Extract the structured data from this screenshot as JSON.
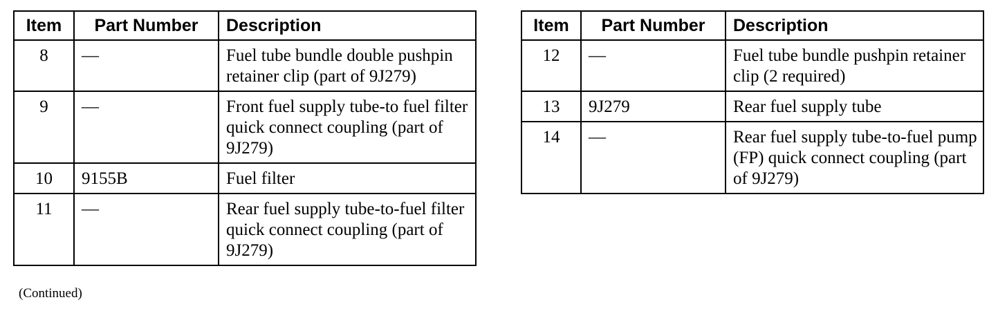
{
  "headers": {
    "item": "Item",
    "part_number": "Part Number",
    "description": "Description"
  },
  "left_table": {
    "rows": [
      {
        "item": "8",
        "part_number": "—",
        "description": "Fuel tube bundle double pushpin retainer clip (part of 9J279)"
      },
      {
        "item": "9",
        "part_number": "—",
        "description": "Front fuel supply tube-to fuel filter quick connect coupling (part of 9J279)"
      },
      {
        "item": "10",
        "part_number": "9155B",
        "description": "Fuel filter"
      },
      {
        "item": "11",
        "part_number": "—",
        "description": "Rear fuel supply tube-to-fuel filter quick connect coupling (part of 9J279)"
      }
    ]
  },
  "right_table": {
    "rows": [
      {
        "item": "12",
        "part_number": "—",
        "description": "Fuel tube bundle pushpin retainer clip (2 required)"
      },
      {
        "item": "13",
        "part_number": "9J279",
        "description": "Rear fuel supply tube"
      },
      {
        "item": "14",
        "part_number": "—",
        "description": "Rear fuel supply tube-to-fuel pump (FP) quick connect coupling (part of 9J279)"
      }
    ]
  },
  "footer": {
    "continued": "(Continued)"
  }
}
